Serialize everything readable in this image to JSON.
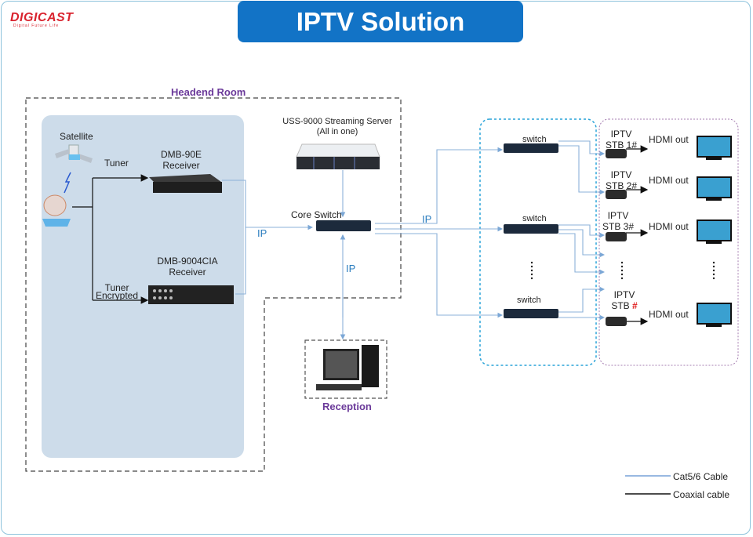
{
  "logo": {
    "brand": "DIGICAST",
    "tagline": "Digital Future Life"
  },
  "title": "IPTV Solution",
  "headend": {
    "label": "Headend Room"
  },
  "satellite": {
    "label": "Satellite"
  },
  "tuner1": {
    "label": "Tuner"
  },
  "tuner2": {
    "line1": "Tuner",
    "line2": "Encrypted"
  },
  "receiver1": {
    "line1": "DMB-90E",
    "line2": "Receiver"
  },
  "receiver2": {
    "line1": "DMB-9004CIA",
    "line2": "Receiver"
  },
  "server": {
    "line1": "USS-9000  Streaming Server",
    "line2": "(All in one)"
  },
  "core_switch": {
    "label": "Core Switch"
  },
  "ip_labels": [
    "IP",
    "IP",
    "IP"
  ],
  "switches": [
    {
      "label": "switch"
    },
    {
      "label": "switch"
    },
    {
      "label": "switch"
    }
  ],
  "stbs": [
    {
      "line1": "IPTV",
      "line2": "STB 1#"
    },
    {
      "line1": "IPTV",
      "line2": "STB 2#"
    },
    {
      "line1": "IPTV",
      "line2": "STB 3#"
    },
    {
      "line1": "IPTV",
      "line2": "STB ",
      "suffix": "#"
    }
  ],
  "hdmi_labels": [
    "HDMI out",
    "HDMI out",
    "HDMI out",
    "HDMI out"
  ],
  "reception": {
    "label": "Reception"
  },
  "legend": [
    {
      "label": "Cat5/6 Cable",
      "color": "#5a8fd0"
    },
    {
      "label": "Coaxial cable",
      "color": "#111111"
    }
  ],
  "colors": {
    "title_bg": "#1273c6",
    "brand": "#d9232e",
    "accent_purple": "#6b3a9a",
    "ip_text": "#2a7dbf",
    "highlight_red": "#e02020"
  }
}
